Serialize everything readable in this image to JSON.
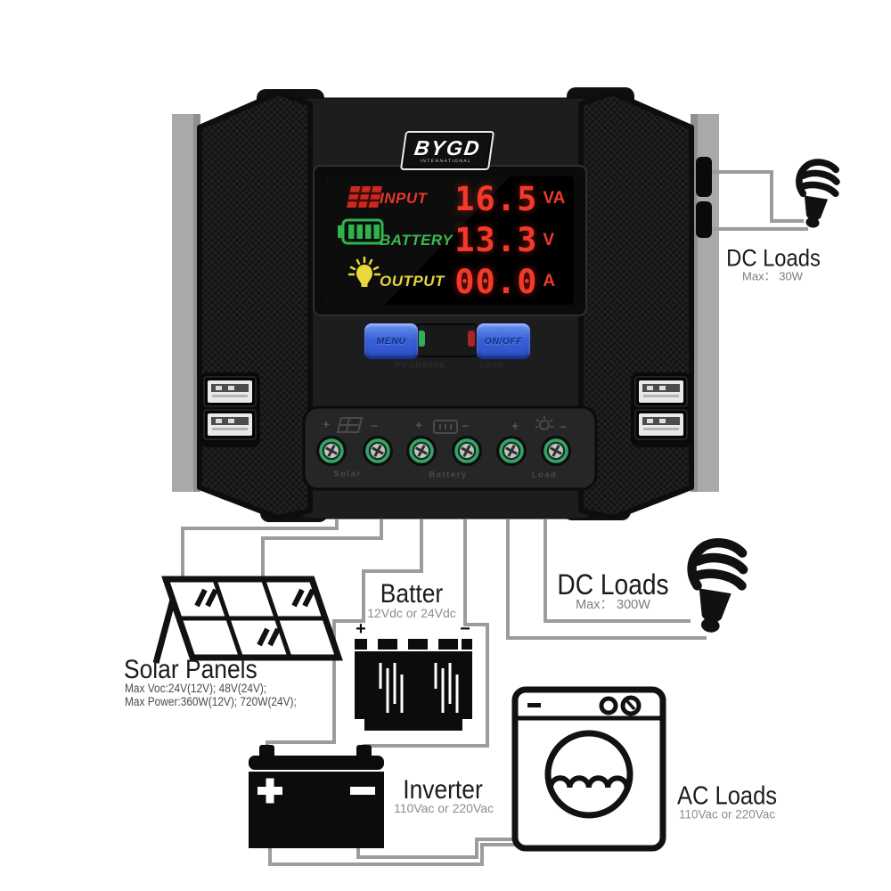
{
  "device": {
    "brand": "BYGD",
    "brand_sub": "INTERNATIONAL",
    "display": {
      "rows": [
        {
          "icon": "solar-grid-icon",
          "label": "INPUT",
          "value": "16.5",
          "unit": "VA"
        },
        {
          "icon": "battery-gauge-icon",
          "label": "BATTERY",
          "value": "13.3",
          "unit": "V"
        },
        {
          "icon": "lamp-icon",
          "label": "OUTPUT",
          "value": "00.0",
          "unit": "A"
        }
      ]
    },
    "buttons": {
      "menu": "MENU",
      "onoff": "ON/OFF"
    },
    "panel_text": {
      "left": "PV CHARGE",
      "right": "LOAD"
    },
    "terminals": {
      "labels": [
        "Solar",
        "Battery",
        "Load"
      ],
      "polarity": [
        "+",
        "−",
        "+",
        "−",
        "+",
        "−"
      ]
    }
  },
  "annotations": {
    "dc_loads_top": {
      "title": "DC Loads",
      "sub": "Max：  30W"
    },
    "dc_loads_mid": {
      "title": "DC Loads",
      "sub": "Max：  300W"
    },
    "solar_panels": {
      "title": "Solar Panels",
      "line1": "Max Voc:24V(12V); 48V(24V);",
      "line2": "Max Power:360W(12V); 720W(24V);"
    },
    "battery": {
      "title": "Batter",
      "sub": "12Vdc or 24Vdc",
      "plus": "+",
      "minus": "−"
    },
    "inverter": {
      "title": "Inverter",
      "sub": "110Vac or 220Vac"
    },
    "ac_loads": {
      "title": "AC Loads",
      "sub": "110Vac or 220Vac"
    }
  },
  "colors": {
    "wire_gray": "#9c9c9c",
    "device_black": "#131313",
    "button_blue": "#3a62d8",
    "lcd_red": "#f3392a",
    "lcd_green": "#3cb84d",
    "lcd_yellow": "#e5d43c",
    "terminal_ring_green": "#36a368"
  }
}
